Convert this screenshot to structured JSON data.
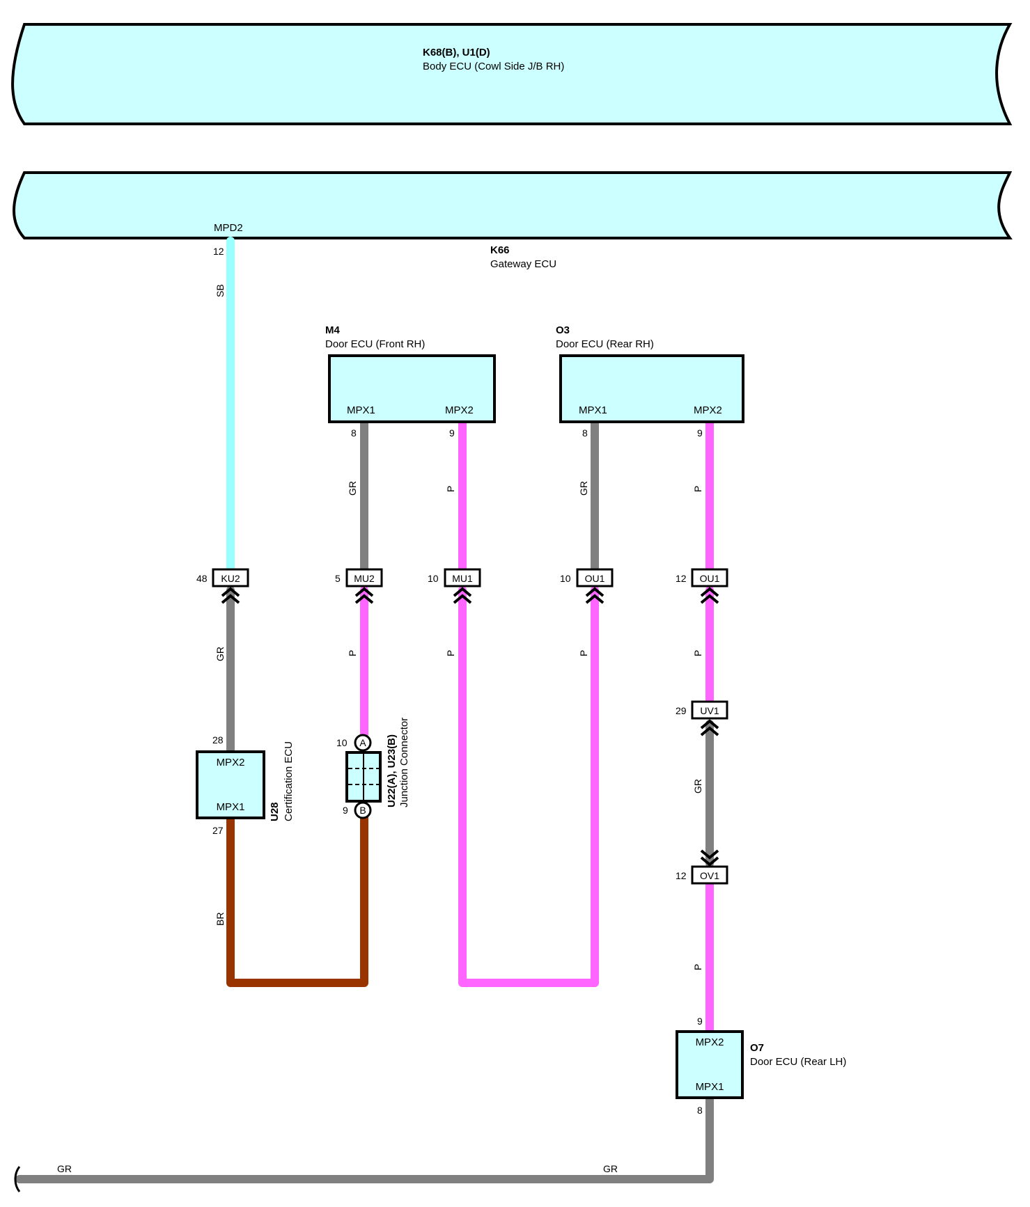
{
  "colors": {
    "ecu_fill": "#ccffff",
    "SB": "#99ffff",
    "GR": "#808080",
    "P": "#ff66ff",
    "BR": "#993300",
    "outline": "#000000"
  },
  "modules": {
    "body_ecu": {
      "code": "K68(B), U1(D)",
      "name": "Body ECU (Cowl Side J/B RH)"
    },
    "gateway_ecu": {
      "code": "K66",
      "name": "Gateway ECU",
      "terminal": "MPD2",
      "pin": "12"
    },
    "door_front_rh": {
      "code": "M4",
      "name": "Door ECU (Front RH)",
      "t1": "MPX1",
      "t2": "MPX2",
      "p1": "8",
      "p2": "9"
    },
    "door_rear_rh": {
      "code": "O3",
      "name": "Door ECU (Rear RH)",
      "t1": "MPX1",
      "t2": "MPX2",
      "p1": "8",
      "p2": "9"
    },
    "cert_ecu": {
      "code": "U28",
      "name": "Certification ECU",
      "t_top": "MPX2",
      "t_bot": "MPX1",
      "p_top": "28",
      "p_bot": "27"
    },
    "junction": {
      "code": "U22(A), U23(B)",
      "name": "Junction Connector",
      "pa": "10",
      "pb": "9",
      "a": "A",
      "b": "B"
    },
    "door_rear_lh": {
      "code": "O7",
      "name": "Door ECU (Rear LH)",
      "t_top": "MPX2",
      "t_bot": "MPX1",
      "p_top": "9",
      "p_bot": "8"
    }
  },
  "connectors": {
    "ku2": {
      "id": "KU2",
      "pin": "48"
    },
    "mu2": {
      "id": "MU2",
      "pin": "5"
    },
    "mu1": {
      "id": "MU1",
      "pin": "10"
    },
    "ou1a": {
      "id": "OU1",
      "pin": "10"
    },
    "ou1b": {
      "id": "OU1",
      "pin": "12"
    },
    "uv1": {
      "id": "UV1",
      "pin": "29"
    },
    "ov1": {
      "id": "OV1",
      "pin": "12"
    }
  },
  "wires": {
    "sb": "SB",
    "gr": "GR",
    "p": "P",
    "br": "BR"
  }
}
